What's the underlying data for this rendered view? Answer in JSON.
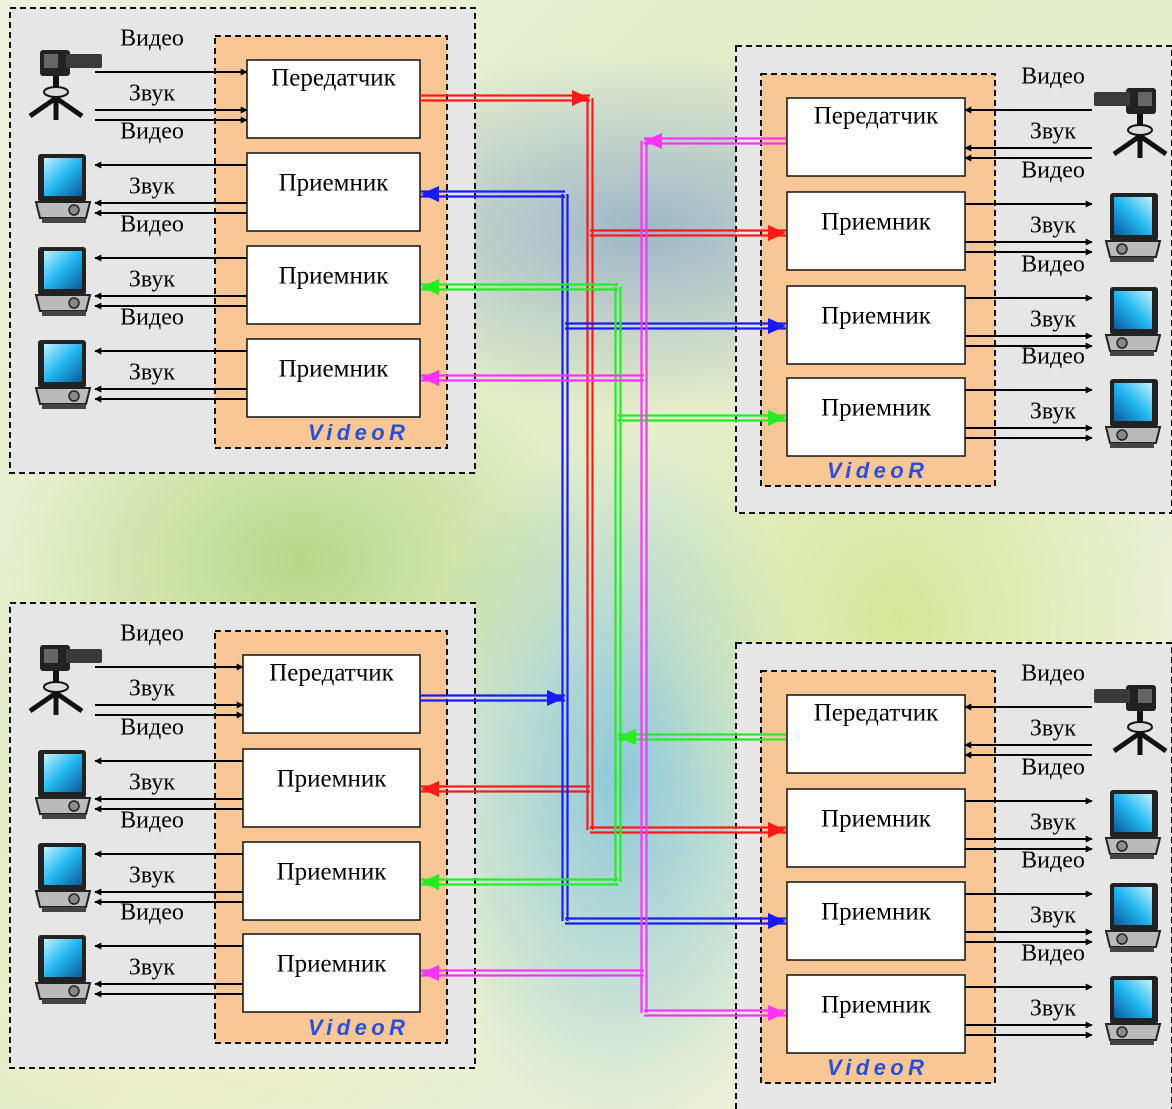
{
  "stations": [
    {
      "id": "top-left",
      "transmitter": "Передатчик",
      "receivers": [
        "Приемник",
        "Приемник",
        "Приемник"
      ],
      "io": [
        {
          "video": "Видео",
          "audio": "Звук"
        },
        {
          "video": "Видео",
          "audio": "Звук"
        },
        {
          "video": "Видео",
          "audio": "Звук"
        },
        {
          "video": "Видео",
          "audio": "Звук"
        }
      ],
      "logo": "VideoR"
    },
    {
      "id": "top-right",
      "transmitter": "Передатчик",
      "receivers": [
        "Приемник",
        "Приемник",
        "Приемник"
      ],
      "io": [
        {
          "video": "Видео",
          "audio": "Звук"
        },
        {
          "video": "Видео",
          "audio": "Звук"
        },
        {
          "video": "Видео",
          "audio": "Звук"
        },
        {
          "video": "Видео",
          "audio": "Звук"
        }
      ],
      "logo": "VideoR"
    },
    {
      "id": "bottom-left",
      "transmitter": "Передатчик",
      "receivers": [
        "Приемник",
        "Приемник",
        "Приемник"
      ],
      "io": [
        {
          "video": "Видео",
          "audio": "Звук"
        },
        {
          "video": "Видео",
          "audio": "Звук"
        },
        {
          "video": "Видео",
          "audio": "Звук"
        },
        {
          "video": "Видео",
          "audio": "Звук"
        }
      ],
      "logo": "VideoR"
    },
    {
      "id": "bottom-right",
      "transmitter": "Передатчик",
      "receivers": [
        "Приемник",
        "Приемник",
        "Приемник"
      ],
      "io": [
        {
          "video": "Видео",
          "audio": "Звук"
        },
        {
          "video": "Видео",
          "audio": "Звук"
        },
        {
          "video": "Видео",
          "audio": "Звук"
        },
        {
          "video": "Видео",
          "audio": "Звук"
        }
      ],
      "logo": "VideoR"
    }
  ],
  "links": [
    {
      "from": "top-left",
      "to": [
        "top-right",
        "bottom-right"
      ],
      "color": "#ff1a1a"
    },
    {
      "from": "bottom-left",
      "to": [
        "top-left",
        "top-right",
        "bottom-right"
      ],
      "color": "#1a1aff"
    },
    {
      "from": "bottom-right",
      "to": [
        "top-left",
        "top-right",
        "bottom-left"
      ],
      "color": "#22ee22"
    },
    {
      "from": "top-right",
      "to": [
        "top-left",
        "bottom-left",
        "bottom-right"
      ],
      "color": "#ff33ff"
    }
  ],
  "colors": {
    "panel": "#e6e6e6",
    "unit": "#f9c796",
    "logo": "#2a4fd8"
  }
}
